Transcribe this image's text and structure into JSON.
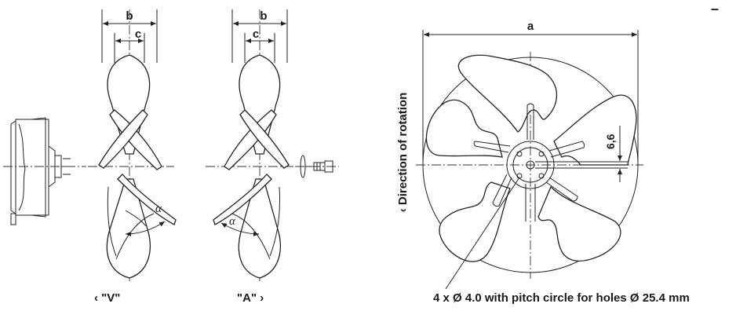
{
  "dimensions": {
    "blade_width": "b",
    "hub_width": "c",
    "outer_diameter": "a",
    "keyway": "6,6",
    "pitch_angle": "α"
  },
  "variants": {
    "v_label": "‹ \"V\"",
    "a_label": "\"A\" ›"
  },
  "rotation_label": "‹ Direction of rotation",
  "holes_note": "4 x Ø 4.0 with pitch circle for holes Ø 25.4 mm",
  "corner_mark": "–"
}
